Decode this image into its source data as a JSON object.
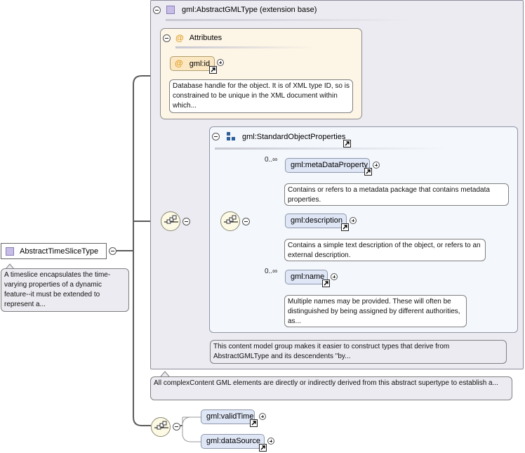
{
  "root": {
    "name": "AbstractTimeSliceType",
    "doc": "A timeslice encapsulates the time-varying properties of a dynamic feature--it must be extended to represent a..."
  },
  "extension": {
    "title": "gml:AbstractGMLType (extension base)",
    "doc": "All complexContent GML elements are directly or indirectly derived from this abstract supertype to establish a..."
  },
  "attributes": {
    "title": "Attributes",
    "icon": "@",
    "items": [
      {
        "name": "gml:id",
        "doc": "Database handle for the object. It is of XML type ID, so is constrained to be unique in the XML document within which..."
      }
    ]
  },
  "group": {
    "title": "gml:StandardObjectProperties",
    "doc": "This content model group makes it easier to construct types that derive from AbstractGMLType and its descendents \"by...",
    "elements": [
      {
        "name": "gml:metaDataProperty",
        "occurs": "0..∞",
        "doc": "Contains or refers to a metadata package that contains metadata properties."
      },
      {
        "name": "gml:description",
        "occurs": "",
        "doc": "Contains a simple text description of the object, or refers to an external description."
      },
      {
        "name": "gml:name",
        "occurs": "0..∞",
        "doc": "Multiple names may be provided. These will often be distinguished by being assigned by different authorities, as..."
      }
    ]
  },
  "sequence_elements": [
    {
      "name": "gml:validTime"
    },
    {
      "name": "gml:dataSource"
    }
  ],
  "colors": {
    "extension_bg": "#ecebf1",
    "attributes_bg": "#fdf5e6",
    "group_bg": "#f4f7fc",
    "element_bg": "#dfe6f5",
    "attribute_bg": "#fbe8c3",
    "connector": "#5a5a5a"
  }
}
